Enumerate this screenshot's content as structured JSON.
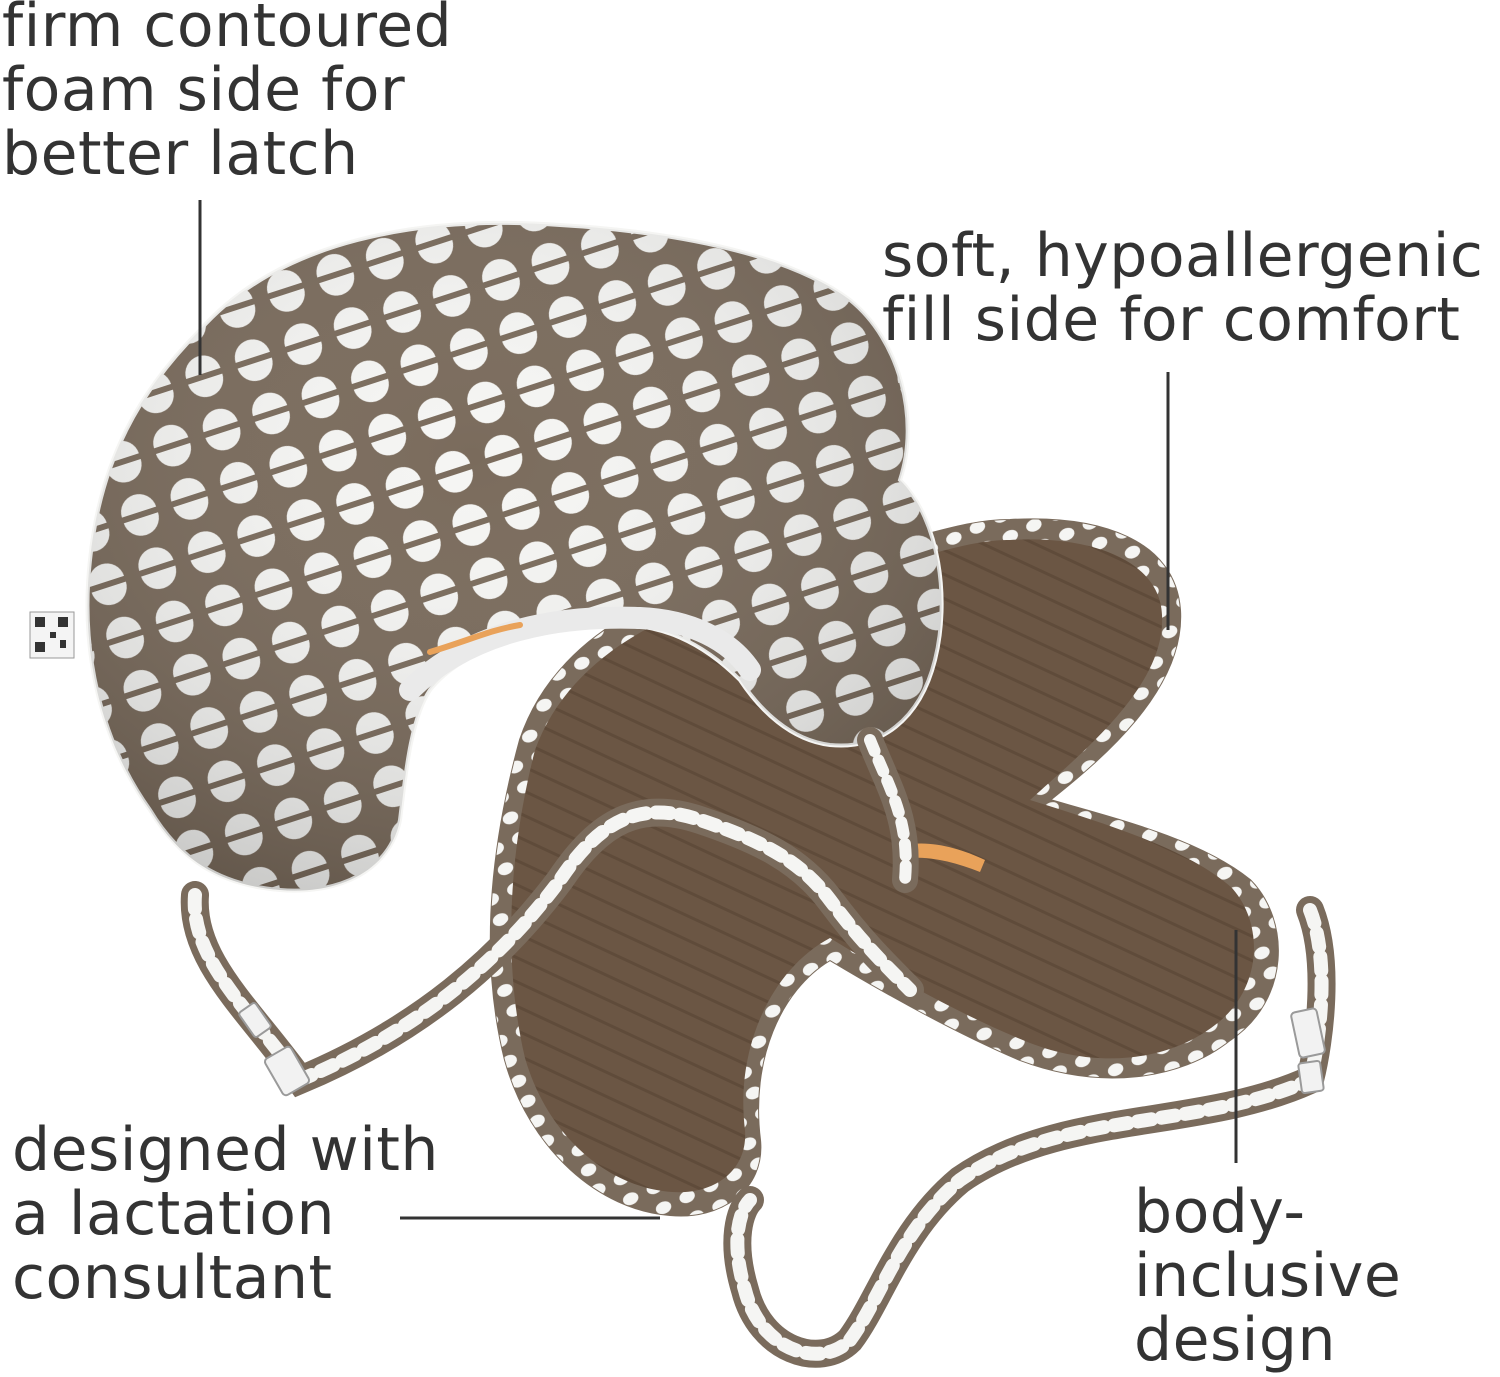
{
  "colors": {
    "background": "#ffffff",
    "text": "#333333",
    "pattern_brown": "#7a6b5c",
    "pattern_white": "#f5f5f3",
    "minky_brown": "#6b5644",
    "minky_rib": "#5f4b3a",
    "buckle": "#f2f2f2",
    "accent_orange": "#e9a25a"
  },
  "callouts": {
    "firm_side": {
      "lines": [
        "firm contoured",
        "foam side for",
        "better latch"
      ]
    },
    "soft_side": {
      "lines": [
        "soft, hypoallergenic",
        "fill side for comfort"
      ]
    },
    "lactation": {
      "lines": [
        "designed with",
        "a lactation",
        "consultant"
      ]
    },
    "body_inclusive": {
      "lines": [
        "body-",
        "inclusive",
        "design"
      ]
    }
  },
  "icons": {
    "label_tag": "qr-label-tag-icon",
    "buckle": "buckle-clip-icon"
  }
}
